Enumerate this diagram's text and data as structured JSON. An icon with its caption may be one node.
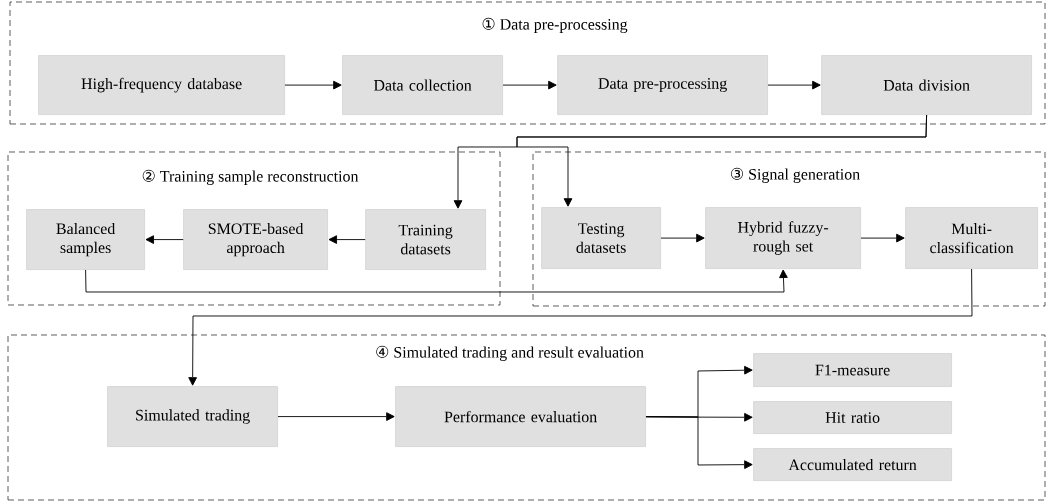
{
  "diagram": {
    "nodes": [
      {
        "text": [
          "① Data pre-processing"
        ]
      },
      {
        "text": [
          "High-frequency database"
        ],
        "in": 0
      },
      {
        "text": [
          "Data collection"
        ],
        "in": 0
      },
      {
        "text": [
          "Data pre-processing"
        ],
        "in": 0
      },
      {
        "text": [
          "Data division"
        ],
        "in": 0
      },
      {
        "text": [
          "② Training sample reconstruction"
        ]
      },
      {
        "text": [
          "Training datasets"
        ],
        "in": 5
      },
      {
        "text": [
          "SMOTE-based approach"
        ],
        "in": 5
      },
      {
        "text": [
          "Balanced samples"
        ],
        "in": 5
      },
      {
        "text": [
          "③ Signal generation"
        ]
      },
      {
        "text": [
          "Testing datasets"
        ],
        "in": 9
      },
      {
        "text": [
          "Hybrid fuzzy-rough set"
        ],
        "in": 9
      },
      {
        "text": [
          "Multi-classification"
        ],
        "in": 9
      },
      {
        "text": [
          "④ Simulated trading and result evaluation"
        ]
      },
      {
        "text": [
          "Simulated trading"
        ],
        "in": 13
      },
      {
        "text": [
          "Performance evaluation"
        ],
        "in": 13
      },
      {
        "text": [
          "F1-measure"
        ],
        "in": 13
      },
      {
        "text": [
          "Hit ratio"
        ],
        "in": 13
      },
      {
        "text": [
          "Accumulated return"
        ],
        "in": 13
      }
    ],
    "edges": [
      {
        "from": 1,
        "to": 2,
        "arrow": "to"
      },
      {
        "from": 2,
        "to": 3,
        "arrow": "to"
      },
      {
        "from": 3,
        "to": 4,
        "arrow": "to"
      },
      {
        "from": 4,
        "to": 6,
        "arrow": "to"
      },
      {
        "from": 4,
        "to": 10,
        "arrow": "to"
      },
      {
        "from": 6,
        "to": 7,
        "arrow": "to"
      },
      {
        "from": 7,
        "to": 8,
        "arrow": "to"
      },
      {
        "from": 8,
        "to": 11,
        "arrow": "to"
      },
      {
        "from": 10,
        "to": 11,
        "arrow": "to"
      },
      {
        "from": 11,
        "to": 12,
        "arrow": "to"
      },
      {
        "from": 12,
        "to": 14,
        "arrow": "to"
      },
      {
        "from": 14,
        "to": 15,
        "arrow": "to"
      },
      {
        "from": 15,
        "to": 16,
        "arrow": "to"
      },
      {
        "from": 15,
        "to": 17,
        "arrow": "to"
      },
      {
        "from": 15,
        "to": 18,
        "arrow": "to"
      }
    ]
  }
}
